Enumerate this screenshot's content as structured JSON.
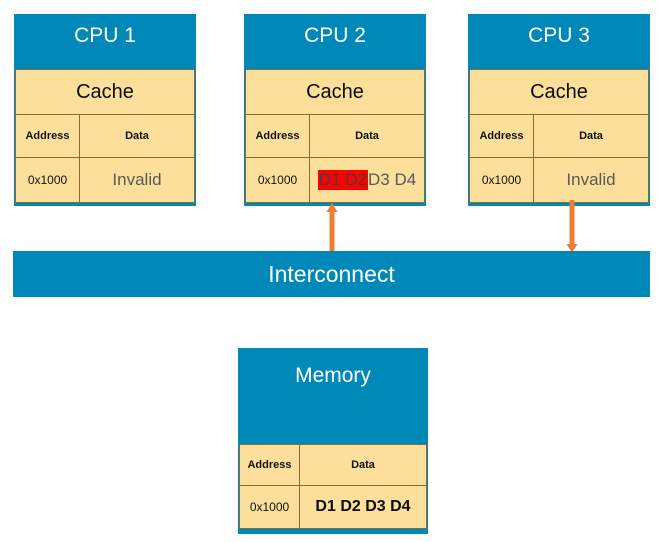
{
  "diagram": {
    "title": "Cache coherence: CPU caches, interconnect and memory",
    "colors": {
      "unit_fill": "#0089B8",
      "table_fill": "#FCDF9B",
      "table_border": "#8a6a31",
      "connector": "#ED7D31",
      "highlight": "#FF0000",
      "title_text": "#FFFFFF",
      "invalid_text": "#595959"
    }
  },
  "table_headers": {
    "address": "Address",
    "data": "Data"
  },
  "cpus": [
    {
      "title": "CPU 1",
      "cache_label": "Cache",
      "address": "0x1000",
      "data_plain": "Invalid",
      "data_highlight": "",
      "data_rest": "",
      "state": "invalid",
      "connector": "none"
    },
    {
      "title": "CPU 2",
      "cache_label": "Cache",
      "address": "0x1000",
      "data_plain": "",
      "data_highlight": "D1 D2",
      "data_rest": " D3 D4",
      "state": "modified",
      "connector": "up"
    },
    {
      "title": "CPU 3",
      "cache_label": "Cache",
      "address": "0x1000",
      "data_plain": "Invalid",
      "data_highlight": "",
      "data_rest": "",
      "state": "invalid",
      "connector": "down"
    }
  ],
  "interconnect": {
    "label": "Interconnect"
  },
  "memory": {
    "title": "Memory",
    "address": "0x1000",
    "data": "D1 D2 D3 D4"
  }
}
